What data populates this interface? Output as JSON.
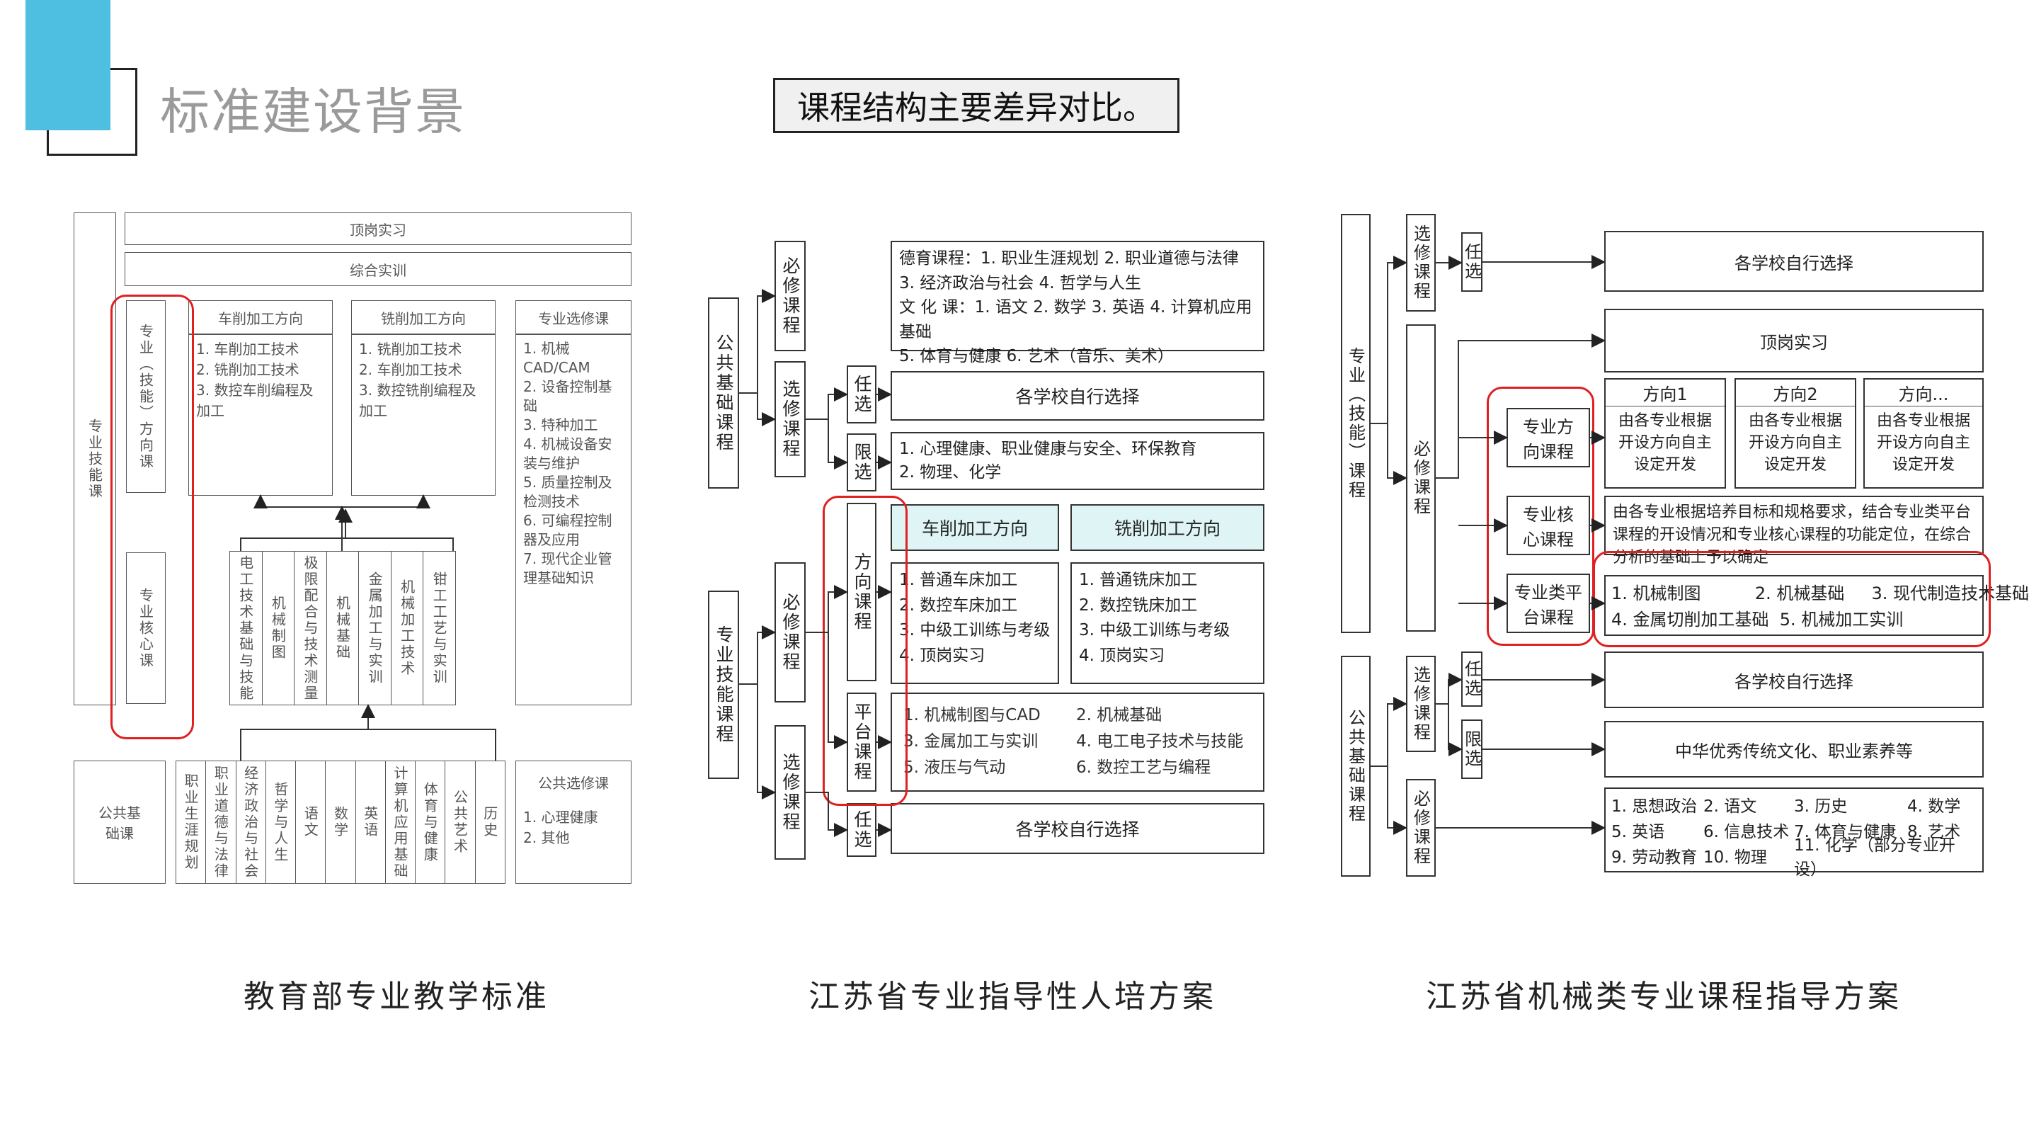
{
  "header": {
    "title": "标准建设背景",
    "subtitle": "课程结构主要差异对比。",
    "accent_color": "#4ebfe0"
  },
  "captions": [
    "教育部专业教学标准",
    "江苏省专业指导性人培方案",
    "江苏省机械类专业课程指导方案"
  ],
  "d1": {
    "major_skill": "专业技能课",
    "top1": "顶岗实习",
    "top2": "综合实训",
    "direction": "专业（技能）方向课",
    "core": "专业核心课",
    "dir1_title": "车削加工方向",
    "dir1_items": "1. 车削加工技术\n2. 铣削加工技术\n3. 数控车削编程及加工",
    "dir2_title": "铣削加工方向",
    "dir2_items": "1. 铣削加工技术\n2. 车削加工技术\n3. 数控铣削编程及加工",
    "elective_title": "专业选修课",
    "elective_items": "1. 机械CAD/CAM\n2. 设备控制基础\n3. 特种加工\n4. 机械设备安装与维护\n5. 质量控制及检测技术\n6. 可编程控制器及应用\n7. 现代企业管理基础知识",
    "core_courses": [
      "电工技术基础与技能",
      "机械制图",
      "极限配合与技术测量",
      "机械基础",
      "金属加工与实训",
      "机械加工技术",
      "钳工工艺与实训"
    ],
    "public_basic": "公共基础课",
    "public_courses": [
      "职业生涯规划",
      "职业道德与法律",
      "经济政治与社会",
      "哲学与人生",
      "语文",
      "数学",
      "英语",
      "计算机应用基础",
      "体育与健康",
      "公共艺术",
      "历史"
    ],
    "public_elective_title": "公共选修课",
    "public_elective_items": "1. 心理健康\n2. 其他"
  },
  "d2": {
    "public_basic": "公共基础课程",
    "required": "必修课程",
    "elective": "选修课程",
    "free": "任选",
    "limited": "限选",
    "required_content": "德育课程：1. 职业生涯规划        2. 职业道德与法律\n                   3. 经济政治与社会     4. 哲学与人生\n文 化 课：1. 语文    2. 数学    3. 英语    4. 计算机应用基础\n                   5. 体育与健康   6. 艺术（音乐、美术）",
    "school_choice": "各学校自行选择",
    "limited_content": "1. 心理健康、职业健康与安全、环保教育\n2. 物理、化学",
    "major_skill": "专业技能课程",
    "direction": "方向课程",
    "platform": "平台课程",
    "dir1_title": "车削加工方向",
    "dir2_title": "铣削加工方向",
    "dir1_items": "1. 普通车床加工\n2. 数控车床加工\n3. 中级工训练与考级\n4. 顶岗实习",
    "dir2_items": "1. 普通铣床加工\n2. 数控铣床加工\n3. 中级工训练与考级\n4. 顶岗实习",
    "platform_left": "1. 机械制图与CAD\n3. 金属加工与实训\n5. 液压与气动",
    "platform_right": "2. 机械基础\n4. 电工电子技术与技能\n6. 数控工艺与编程",
    "school_choice2": "各学校自行选择",
    "highlight_color": "#dff5f5"
  },
  "d3": {
    "major_skill": "专业（技能）课程",
    "elective": "选修课程",
    "free": "任选",
    "school_choice": "各学校自行选择",
    "required": "必修课程",
    "internship": "顶岗实习",
    "direction_course": "专业方向课程",
    "directions": [
      "方向1",
      "方向2",
      "方向..."
    ],
    "direction_desc": "由各专业根据开设方向自主设定开发",
    "core_course": "专业核心课程",
    "core_desc": "由各专业根据培养目标和规格要求，结合专业类平台课程的开设情况和专业核心课程的功能定位，在综合分析的基础上予以确定",
    "platform_course": "专业类平台课程",
    "platform_items_1": "1. 机械制图          2. 机械基础     3. 现代制造技术基础",
    "platform_items_2": "4. 金属切削加工基础  5. 机械加工实训",
    "public_basic": "公共基础课程",
    "elective2": "选修课程",
    "free2": "任选",
    "limited": "限选",
    "school_choice2": "各学校自行选择",
    "limited_content": "中华优秀传统文化、职业素养等",
    "required2": "必修课程",
    "public_required": [
      "1. 思想政治",
      "2. 语文",
      "3. 历史",
      "4. 数学",
      "5. 英语",
      "6. 信息技术",
      "7. 体育与健康",
      "8. 艺术",
      "9. 劳动教育",
      "10. 物理",
      "11. 化学（部分专业开设）",
      ""
    ]
  }
}
